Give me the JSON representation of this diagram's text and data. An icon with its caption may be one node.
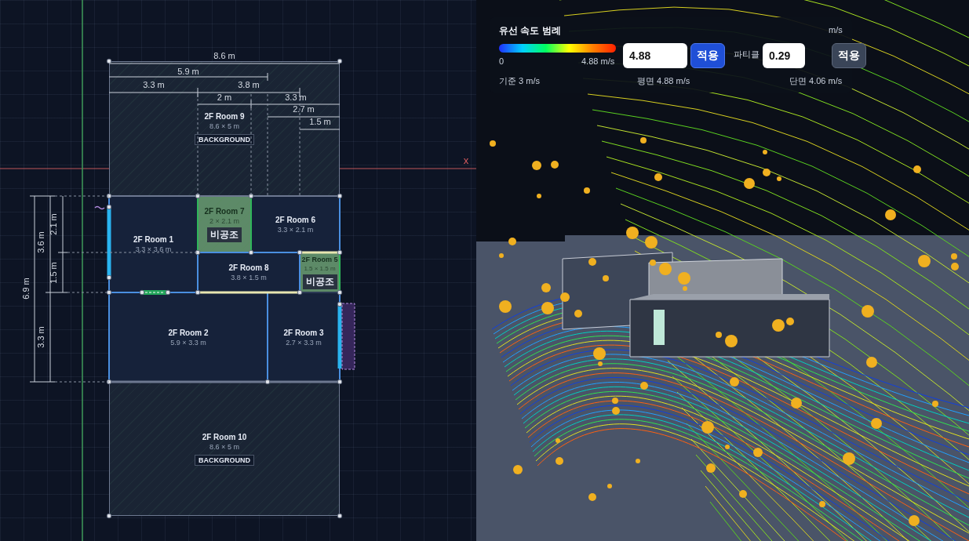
{
  "diagram": {
    "nodes": [
      {
        "text": [
          "2F Room 9",
          "8.6 × 5 m",
          "BACKGROUND"
        ]
      },
      {
        "text": [
          "2F Room 1",
          "3.3 × 3.6 m"
        ]
      },
      {
        "text": [
          "2F Room 7",
          "2 × 2.1 m",
          "비공조"
        ]
      },
      {
        "text": [
          "2F Room 6",
          "3.3 × 2.1 m"
        ]
      },
      {
        "text": [
          "2F Room 8",
          "3.8 × 1.5 m"
        ]
      },
      {
        "text": [
          "2F Room 5",
          "1.5 × 1.5 m",
          "비공조"
        ]
      },
      {
        "text": [
          "2F Room 2",
          "5.9 × 3.3 m"
        ]
      },
      {
        "text": [
          "2F Room 3",
          "2.7 × 3.3 m"
        ]
      },
      {
        "text": [
          "2F Room 10",
          "8.6 × 5 m",
          "BACKGROUND"
        ]
      }
    ],
    "labels": [
      "8.6 m",
      "5.9 m",
      "3.3 m",
      "3.8 m",
      "2 m",
      "3.3 m",
      "2.7 m",
      "1.5 m",
      "x",
      "6.9 m",
      "3.6 m",
      "2.1 m",
      "1.5 m",
      "3.3 m",
      "유선 속도 범례",
      "m/s",
      "0",
      "4.88 m/s",
      "4.88",
      "적용",
      "파티클",
      "0.29",
      "적용",
      "기준 3 m/s",
      "평면 4.88 m/s",
      "단면 4.06 m/s"
    ]
  }
}
